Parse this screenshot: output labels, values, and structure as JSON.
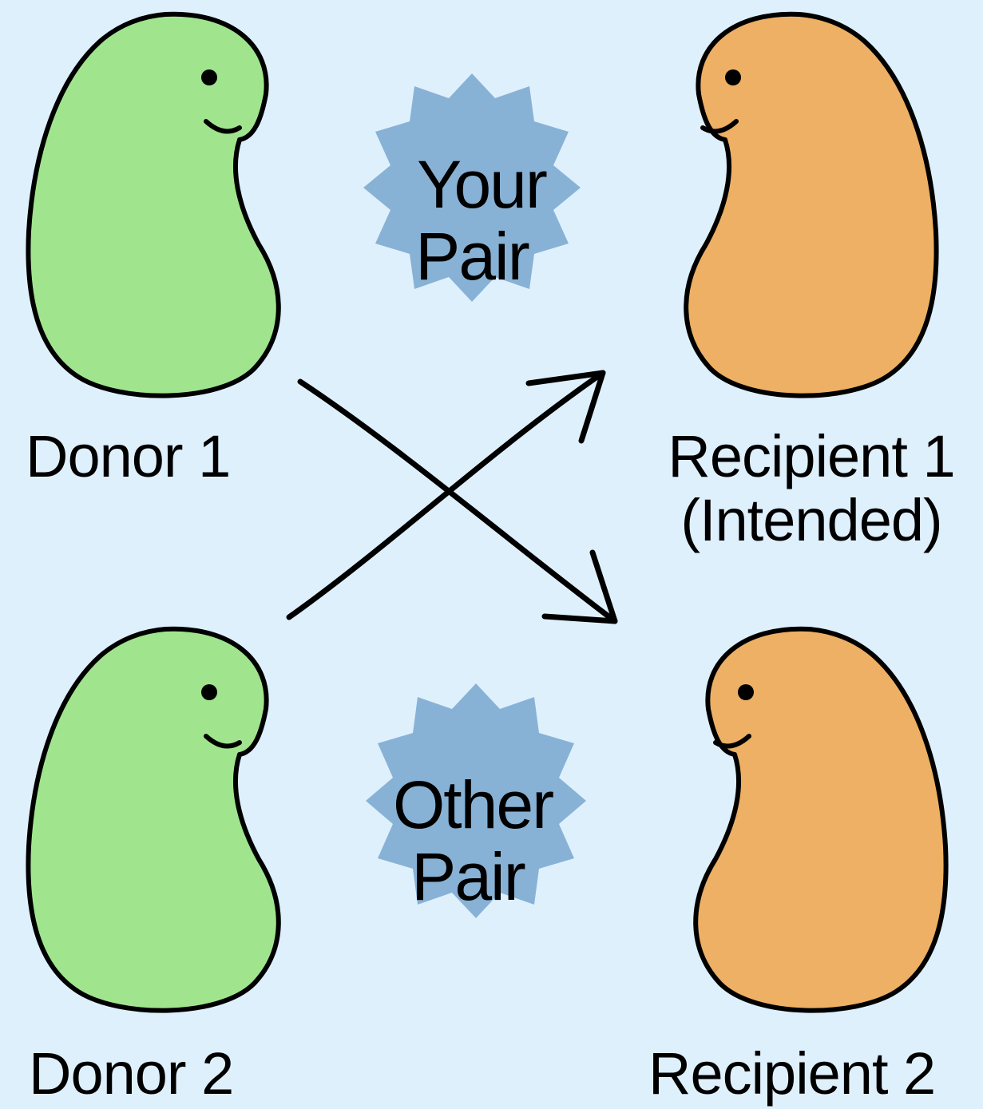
{
  "colors": {
    "background": "#dff0fd",
    "donor_fill": "#a0e58e",
    "recipient_fill": "#edb064",
    "badge_fill": "#88b2d5",
    "outline": "#000000"
  },
  "badges": {
    "top": {
      "line1": "Your",
      "line2": "Pair"
    },
    "bottom": {
      "line1": "Other",
      "line2": "Pair"
    }
  },
  "labels": {
    "donor1": "Donor 1",
    "donor2": "Donor 2",
    "recipient1": "Recipient 1",
    "recipient1_note": "(Intended)",
    "recipient2": "Recipient 2"
  },
  "icons": {
    "kidney": "kidney-icon",
    "badge": "starburst-badge",
    "arrow": "arrow-icon"
  }
}
